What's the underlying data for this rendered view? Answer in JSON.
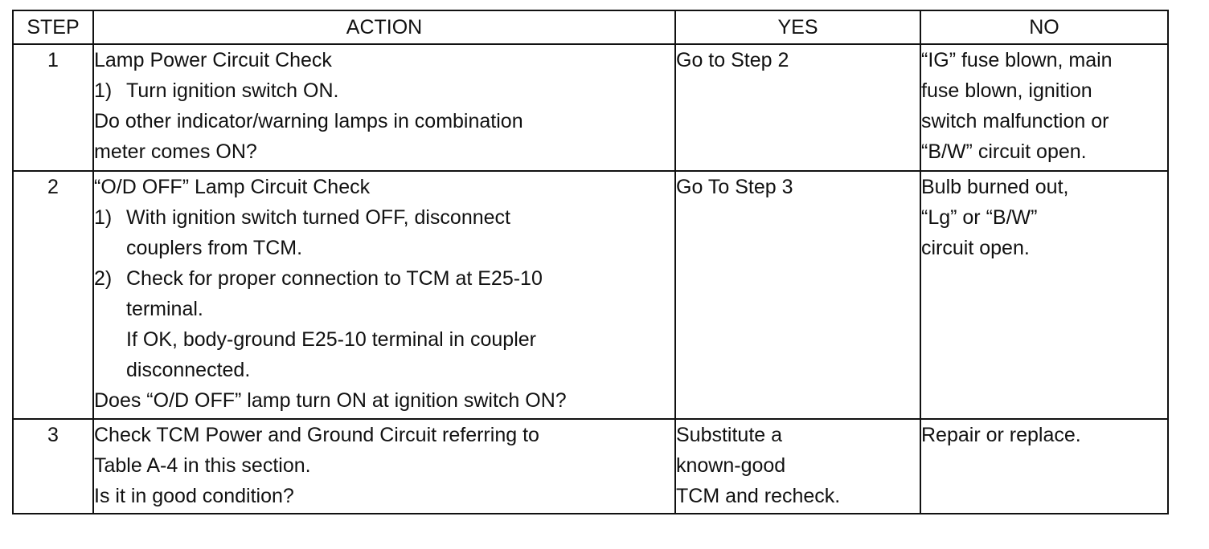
{
  "table": {
    "headers": {
      "step": "STEP",
      "action": "ACTION",
      "yes": "YES",
      "no": "NO"
    },
    "rows": [
      {
        "step": "1",
        "title": "Lamp Power Circuit Check",
        "items": [
          {
            "num": "1)",
            "lines": [
              "Turn ignition switch ON."
            ]
          }
        ],
        "question": [
          "Do other indicator/warning lamps in combination",
          "meter comes ON?"
        ],
        "yes": [
          "Go to Step 2"
        ],
        "no": [
          "“IG” fuse blown, main",
          "fuse blown, ignition",
          "switch malfunction or",
          "“B/W” circuit open."
        ]
      },
      {
        "step": "2",
        "title": "“O/D OFF” Lamp Circuit Check",
        "items": [
          {
            "num": "1)",
            "lines": [
              "With ignition switch turned OFF, disconnect",
              "couplers from TCM."
            ]
          },
          {
            "num": "2)",
            "lines": [
              "Check for proper connection to TCM at E25-10",
              "terminal.",
              "If OK, body-ground E25-10 terminal in coupler",
              "disconnected."
            ]
          }
        ],
        "question": [
          "Does “O/D OFF” lamp turn ON at ignition switch ON?"
        ],
        "yes": [
          "Go To Step 3"
        ],
        "no": [
          "Bulb burned out,",
          "“Lg” or “B/W”",
          "circuit open."
        ]
      },
      {
        "step": "3",
        "title": "Check TCM Power and Ground Circuit referring to",
        "items": [],
        "question": [
          "Table A-4 in this section.",
          "Is it in good condition?"
        ],
        "yes": [
          "Substitute a",
          "known-good",
          "TCM and recheck."
        ],
        "no": [
          "Repair or replace."
        ]
      }
    ]
  }
}
